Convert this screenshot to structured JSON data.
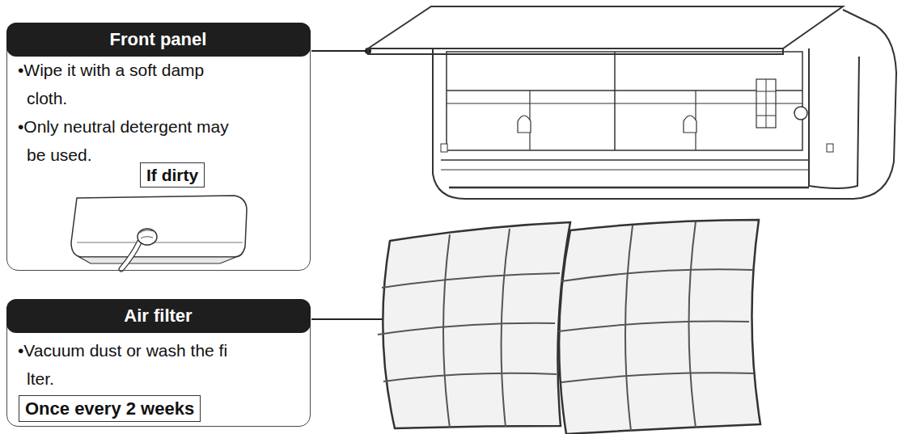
{
  "diagram": {
    "nodes": [
      {
        "text": [
          "•Wipe it with a soft damp cloth.",
          "•Only neutral detergent may be used."
        ]
      },
      {
        "text": [
          "Front panel"
        ],
        "in": 0
      },
      {
        "text": [
          "If dirty"
        ],
        "in": 0
      },
      {
        "text": [
          "•Vacuum dust or wash the fi lter."
        ]
      },
      {
        "text": [
          "Air filter"
        ],
        "in": 3
      },
      {
        "text": [
          "Once every 2 weeks"
        ],
        "in": 3
      }
    ]
  }
}
